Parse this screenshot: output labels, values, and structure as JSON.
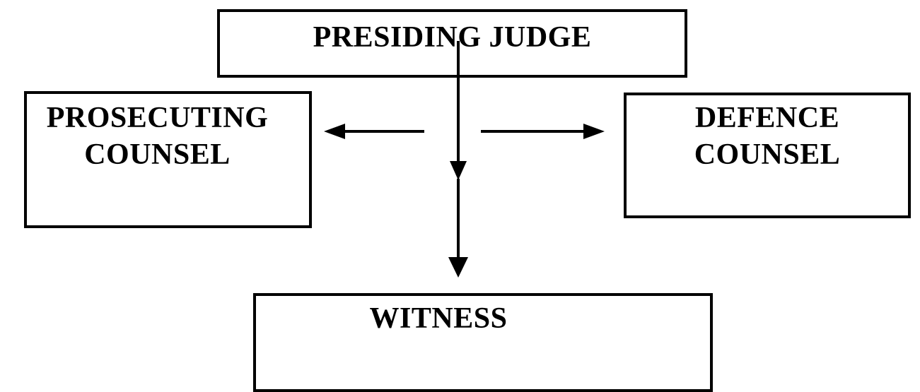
{
  "diagram": {
    "background_color": "#ffffff",
    "line_color": "#000000",
    "text_color": "#000000",
    "nodes": {
      "judge": {
        "label": "PRESIDING JUDGE"
      },
      "prosecuting": {
        "line1": "PROSECUTING",
        "line2": "COUNSEL"
      },
      "defence": {
        "line1": "DEFENCE",
        "line2": "COUNSEL"
      },
      "witness": {
        "label": "WITNESS"
      }
    },
    "edges": [
      {
        "from": "presiding-judge",
        "to": "prosecuting-counsel",
        "direction": "left"
      },
      {
        "from": "presiding-judge",
        "to": "defence-counsel",
        "direction": "right"
      },
      {
        "from": "presiding-judge",
        "to": "witness",
        "direction": "down",
        "segments": 2
      }
    ]
  }
}
